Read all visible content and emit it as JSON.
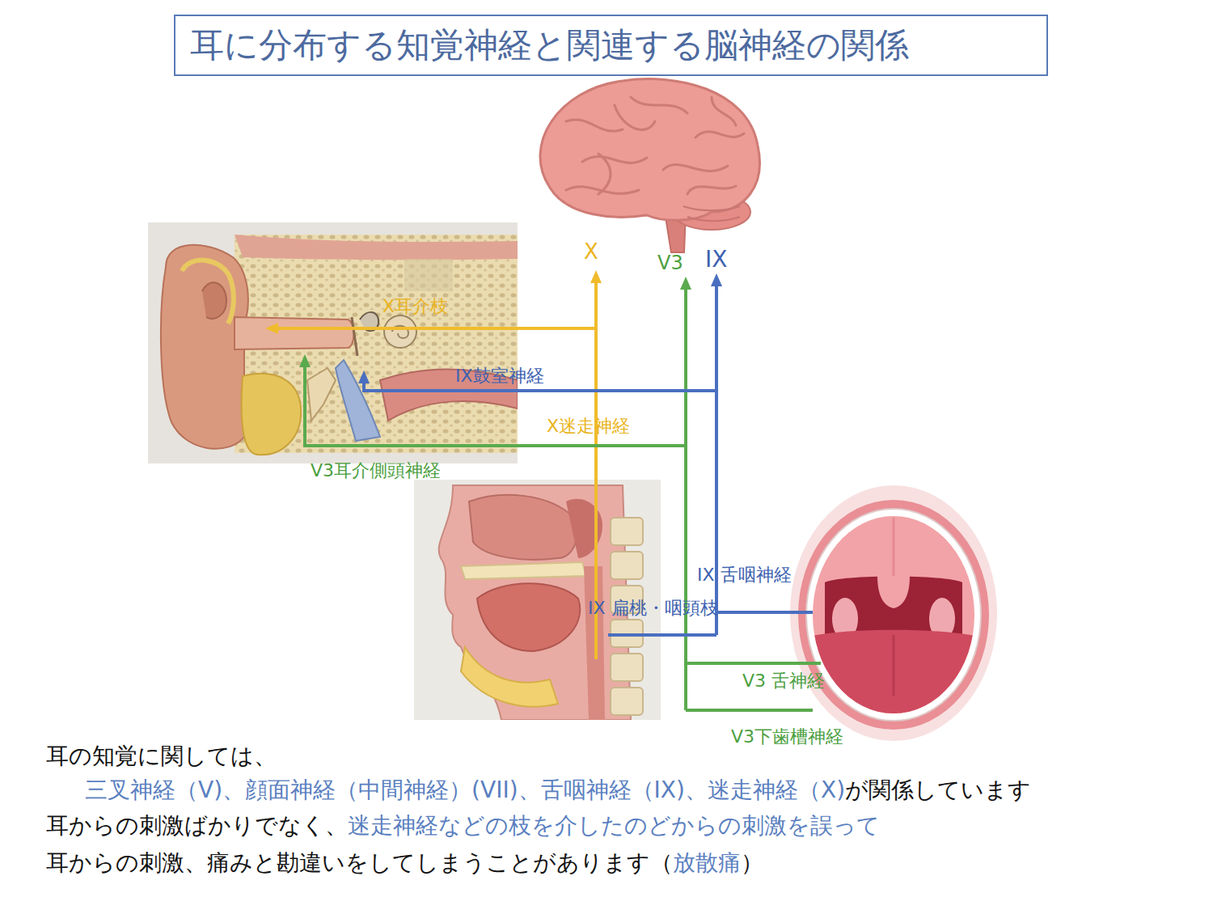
{
  "diagram": {
    "title": "耳に分布する知覚神経と関連する脳神経の関係",
    "labels": [
      "X",
      "V3",
      "IX",
      "X耳介枝",
      "IX鼓室神経",
      "X迷走神経",
      "V3耳介側頭神経",
      "IX 舌咽神経",
      "IX 扁桃・咽頭枝",
      "V3 舌神経",
      "V3下歯槽神経",
      "耳の知覚に関しては、",
      "三叉神経（V)、顔面神経（中間神経）(VII)、舌咽神経（IX)、迷走神経（X)",
      "が関係しています",
      "耳からの刺激ばかりでなく、",
      "迷走神経などの枝を介したのどからの刺激を誤って",
      "耳からの刺激、痛みと勘違いをしてしまうことがあります（",
      "放散痛",
      "）"
    ]
  }
}
